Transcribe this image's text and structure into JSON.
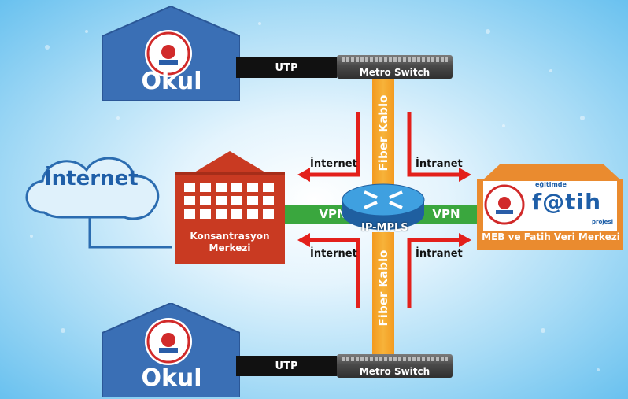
{
  "schools": {
    "top": {
      "label": "Okul",
      "cable": "UTP",
      "switch": "Metro Switch"
    },
    "bottom": {
      "label": "Okul",
      "cable": "UTP",
      "switch": "Metro Switch"
    }
  },
  "internet_cloud": {
    "label": "İnternet"
  },
  "konsantrasyon": {
    "label_line1": "Konsantrasyon",
    "label_line2": "Merkezi"
  },
  "router": {
    "label": "IP-MPLS"
  },
  "links": {
    "vpn_left": "VPN",
    "vpn_right": "VPN",
    "fiber_top": "Fiber Kablo",
    "fiber_bottom": "Fiber Kablo"
  },
  "arrows": {
    "internet_top": "İnternet",
    "intranet_top": "İntranet",
    "internet_bottom": "İnternet",
    "intranet_bottom": "İntranet"
  },
  "data_center": {
    "label": "MEB ve Fatih Veri Merkezi",
    "fatih_prefix": "eğitimde",
    "fatih_logo": "f@tih",
    "fatih_suffix": "projesi"
  },
  "colors": {
    "house_blue": "#3a6fb5",
    "fiber_orange": "#f5a12b",
    "vpn_green": "#3aa73e",
    "arrow_red": "#e3201b",
    "factory_red": "#c93a22",
    "data_center_orange": "#ea8b2f"
  },
  "icons": [
    "meb-logo-icon",
    "router-icon",
    "cloud-icon",
    "factory-icon",
    "arrow-icon"
  ]
}
